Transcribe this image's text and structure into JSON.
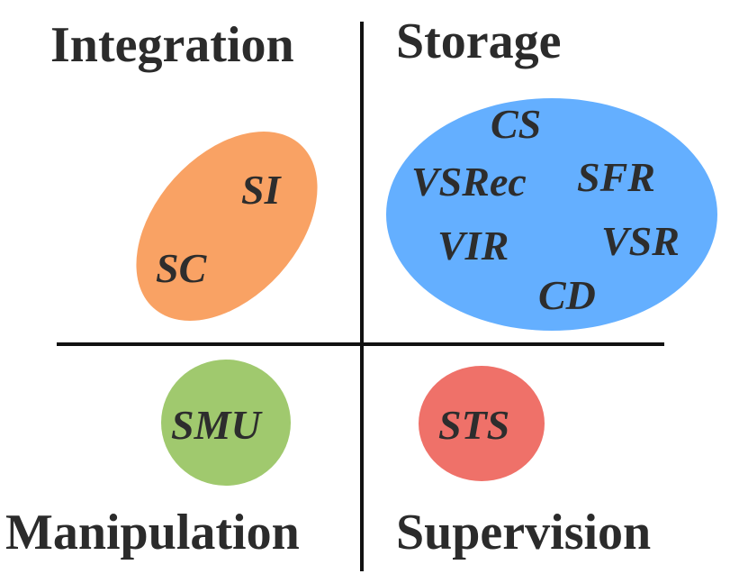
{
  "quadrants": {
    "integration": {
      "label": "Integration",
      "color": "#f9a264",
      "items": [
        "SI",
        "SC"
      ]
    },
    "storage": {
      "label": "Storage",
      "color": "#64afff",
      "items": [
        "CS",
        "VSRec",
        "SFR",
        "VIR",
        "VSR",
        "CD"
      ]
    },
    "manipulation": {
      "label": "Manipulation",
      "color": "#a0c96e",
      "items": [
        "SMU"
      ]
    },
    "supervision": {
      "label": "Supervision",
      "color": "#ef7169",
      "items": [
        "STS"
      ]
    }
  },
  "axis_color": "#111111"
}
